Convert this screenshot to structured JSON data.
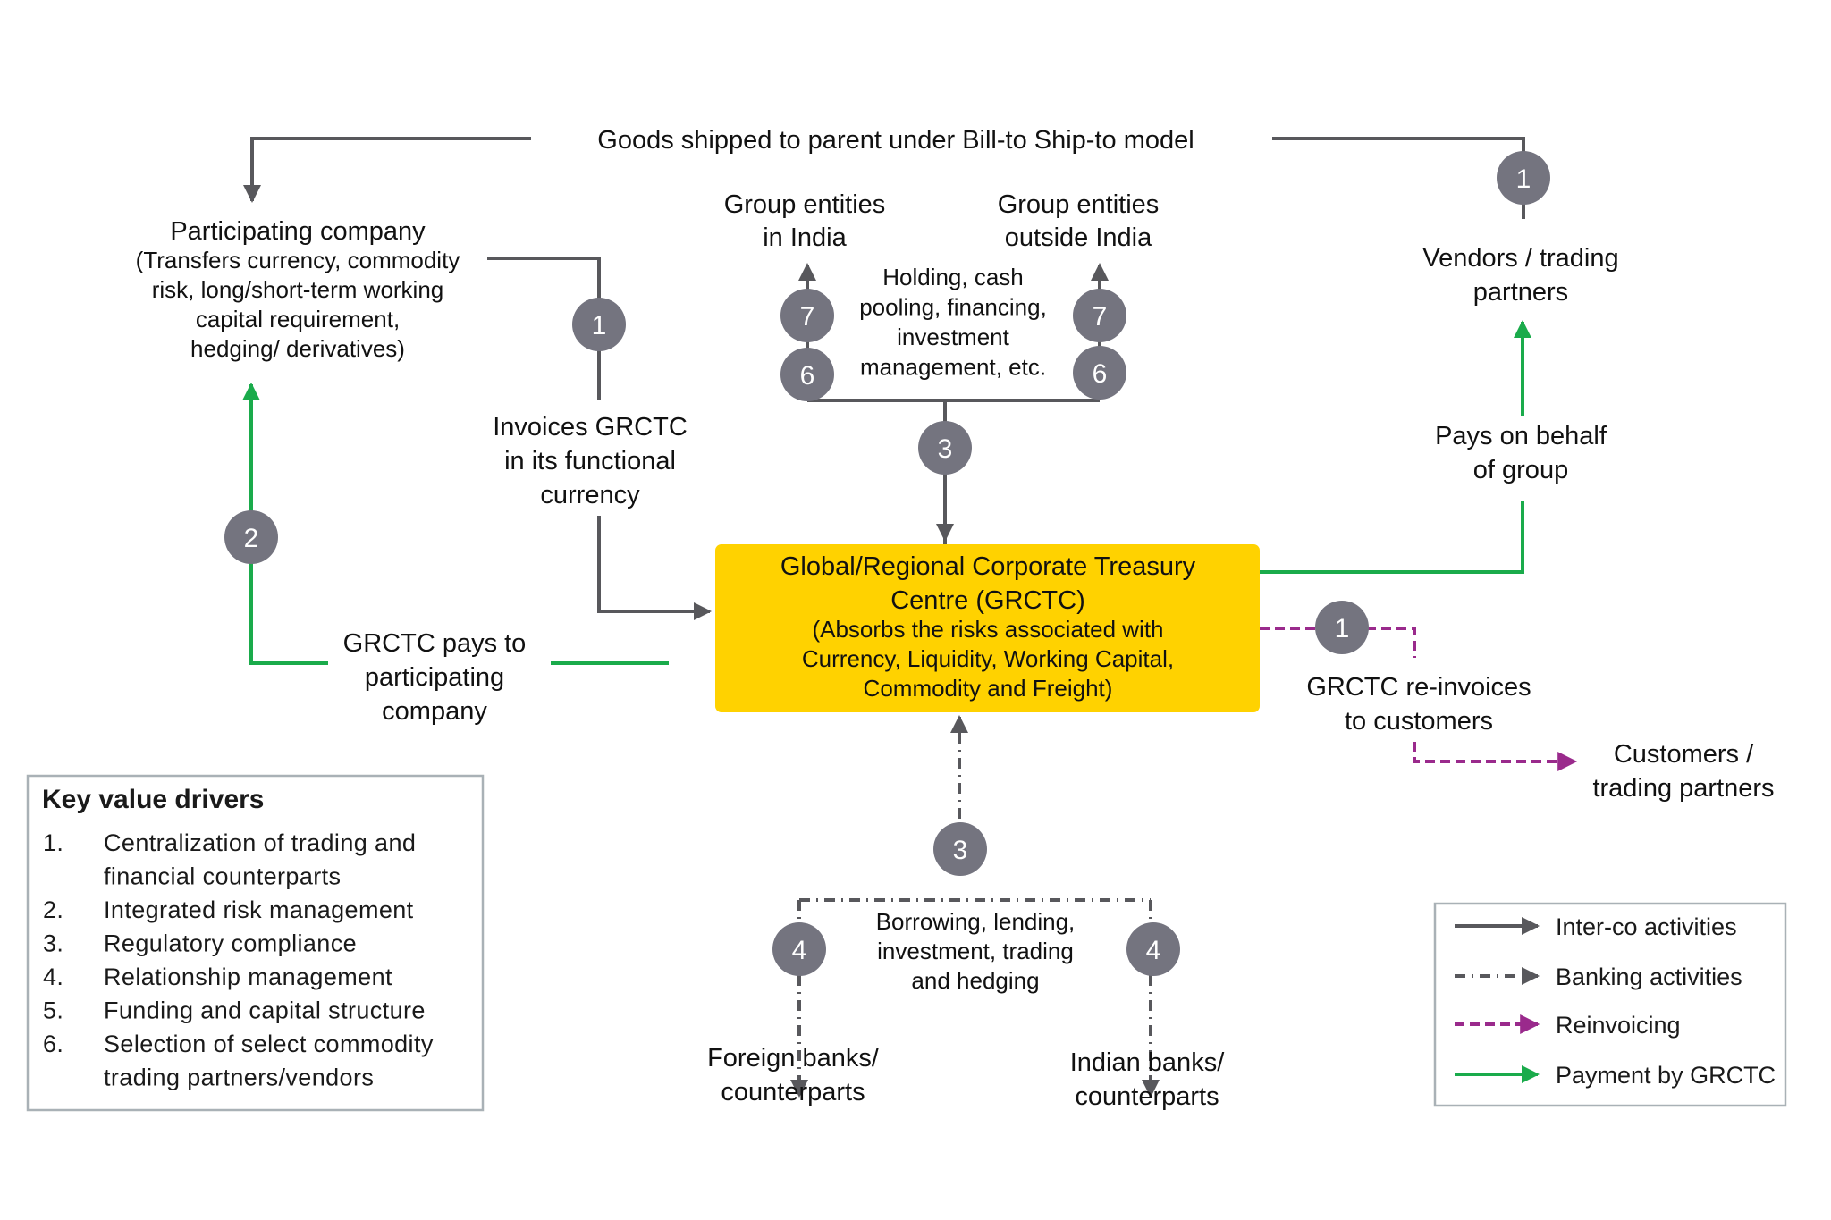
{
  "colors": {
    "intercompany": "#58585c",
    "banking": "#58585c",
    "reinvoicing": "#9a2a8c",
    "payment": "#1aab4b",
    "badge": "#74747f",
    "center_box": "#ffd200",
    "frame_border": "#a9b1b6"
  },
  "top_flow": {
    "label": "Goods shipped to parent under Bill-to Ship-to model",
    "badge": "1"
  },
  "participating_company": {
    "title": "Participating company",
    "lines": [
      "(Transfers currency, commodity",
      "risk, long/short-term working",
      "capital requirement,",
      "hedging/ derivatives)"
    ]
  },
  "invoice_flow": {
    "badge": "1",
    "lines": [
      "Invoices GRCTC",
      "in its functional",
      "currency"
    ]
  },
  "payment_flow": {
    "badge": "2",
    "lines": [
      "GRCTC pays to",
      "participating",
      "company"
    ]
  },
  "group_entities": {
    "india": {
      "lines": [
        "Group entities",
        "in  India"
      ],
      "badges": [
        "7",
        "6"
      ]
    },
    "outside": {
      "lines": [
        "Group entities",
        "outside  India"
      ],
      "badges": [
        "7",
        "6"
      ]
    },
    "activity_lines": [
      "Holding, cash",
      "pooling, financing,",
      "investment",
      "management, etc."
    ],
    "junction_badge": "3"
  },
  "center_box": {
    "title_lines": [
      "Global/Regional Corporate Treasury",
      "Centre (GRCTC)"
    ],
    "desc_lines": [
      "(Absorbs the risks associated with",
      "Currency, Liquidity, Working Capital,",
      "Commodity and Freight)"
    ]
  },
  "vendors": {
    "lines": [
      "Vendors / trading",
      "partners"
    ],
    "pay_lines": [
      "Pays on behalf",
      "of group"
    ]
  },
  "reinvoicing": {
    "badge": "1",
    "lines": [
      "GRCTC re-invoices",
      "to customers"
    ],
    "target_lines": [
      "Customers /",
      "trading partners"
    ]
  },
  "banking": {
    "badge": "3",
    "activity_lines": [
      "Borrowing, lending,",
      "investment, trading",
      "and hedging"
    ],
    "foreign": {
      "badge": "4",
      "lines": [
        "Foreign banks/",
        "counterparts"
      ]
    },
    "indian": {
      "badge": "4",
      "lines": [
        "Indian banks/",
        "counterparts"
      ]
    }
  },
  "key_value_drivers": {
    "title": "Key value drivers",
    "items": [
      {
        "num": "1.",
        "lines": [
          "Centralization of trading and",
          "financial counterparts"
        ]
      },
      {
        "num": "2.",
        "lines": [
          "Integrated risk management"
        ]
      },
      {
        "num": "3.",
        "lines": [
          "Regulatory compliance"
        ]
      },
      {
        "num": "4.",
        "lines": [
          "Relationship management"
        ]
      },
      {
        "num": "5.",
        "lines": [
          "Funding and capital structure"
        ]
      },
      {
        "num": "6.",
        "lines": [
          "Selection of select commodity",
          " trading partners/vendors"
        ]
      }
    ]
  },
  "legend": {
    "items": [
      {
        "key": "intercompany",
        "label": "Inter-co activities",
        "style": "solid"
      },
      {
        "key": "banking",
        "label": "Banking activities",
        "style": "dashdot"
      },
      {
        "key": "reinvoicing",
        "label": "Reinvoicing",
        "style": "dashed"
      },
      {
        "key": "payment",
        "label": "Payment by GRCTC",
        "style": "solid"
      }
    ]
  }
}
